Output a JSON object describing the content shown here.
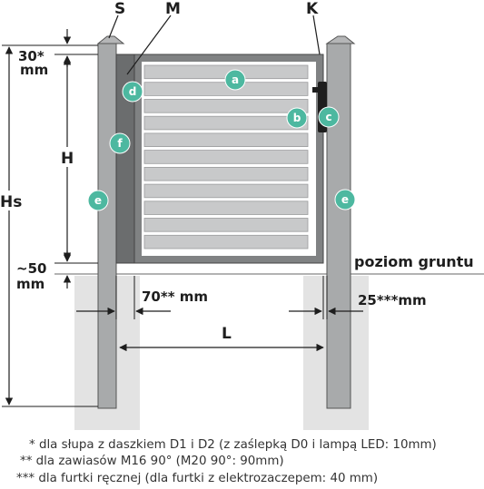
{
  "labels": {
    "S": "S",
    "M": "M",
    "K": "K",
    "top_clearance": "30*",
    "top_clearance_unit": "mm",
    "H": "H",
    "Hs": "Hs",
    "bottom_clearance": "~50",
    "bottom_clearance_unit": "mm",
    "ground": "poziom gruntu",
    "hinge_gap": "70** mm",
    "latch_gap": "25***mm",
    "L": "L"
  },
  "badges": {
    "a": "a",
    "b": "b",
    "c": "c",
    "d": "d",
    "e_left": "e",
    "e_right": "e",
    "f": "f"
  },
  "footnotes": [
    "* dla słupa z daszkiem D1 i D2 (z zaślepką D0 i lampą LED: 10mm)",
    "** dla zawiasów M16 90° (M20 90°: 90mm)",
    "*** dla furtki ręcznej (dla furtki z elektrozaczepem: 40 mm)"
  ],
  "colors": {
    "badge": "#4db8a0",
    "post": "#a8aaab",
    "frame": "#6b6d6e",
    "slat": "#c8c9ca",
    "foundation": "#e3e3e3",
    "ink": "#1e1e1e"
  }
}
